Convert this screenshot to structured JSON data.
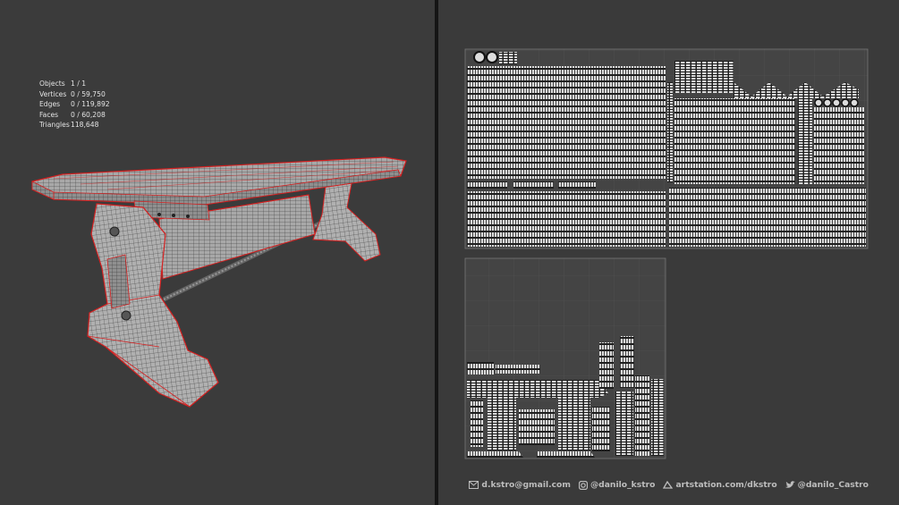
{
  "stats": [
    {
      "label": "Objects",
      "value": "1 / 1"
    },
    {
      "label": "Vertices",
      "value": "0 / 59,750"
    },
    {
      "label": "Edges",
      "value": "0 / 119,892"
    },
    {
      "label": "Faces",
      "value": "0 / 60,208"
    },
    {
      "label": "Triangles",
      "value": "118,648"
    }
  ],
  "footer": {
    "email": "d.kstro@gmail.com",
    "instagram": "@danilo_kstro",
    "artstation": "artstation.com/dkstro",
    "twitter": "@danilo_Castro"
  },
  "icons": [
    "mail-icon",
    "instagram-icon",
    "artstation-icon",
    "twitter-icon"
  ],
  "colors": {
    "background": "#3a3a3a",
    "mesh_fill": "#a9a9a9",
    "wire": "#2a2a2a",
    "seam": "#d42020",
    "uv_grid": "#6a6a6a",
    "uv_island": "#e8e8e8"
  }
}
